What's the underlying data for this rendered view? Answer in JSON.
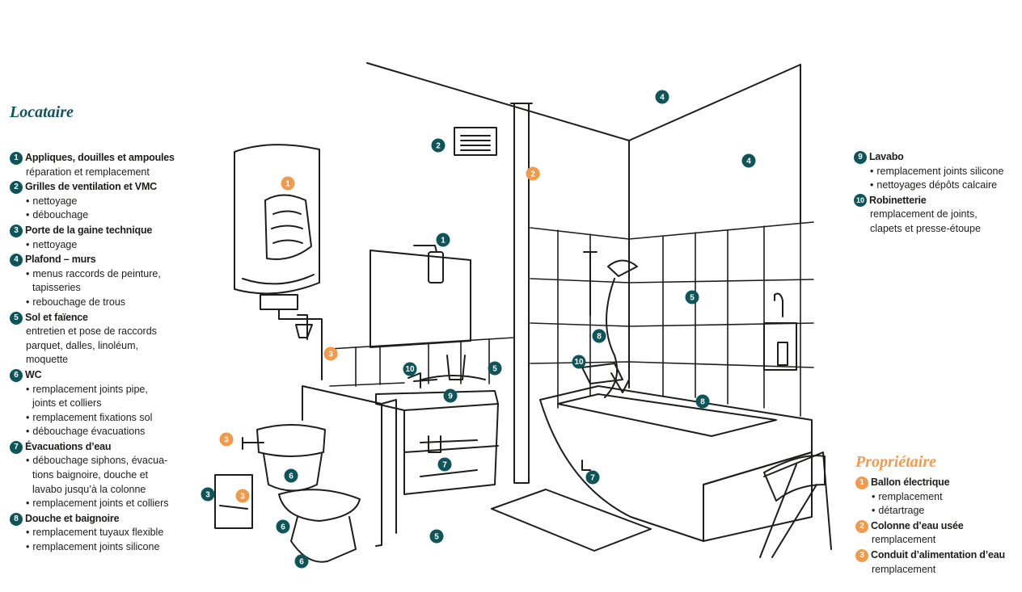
{
  "colors": {
    "teal": "#0e555a",
    "orange": "#f19a4c",
    "ink": "#1d1d1b"
  },
  "locataire": {
    "title": "Locataire",
    "items": [
      {
        "n": "1",
        "title": "Appliques, douilles et ampoules",
        "lines": [
          {
            "text": "réparation et remplacement",
            "bullet": false
          }
        ]
      },
      {
        "n": "2",
        "title": "Grilles de ventilation et VMC",
        "lines": [
          {
            "text": "nettoyage",
            "bullet": true
          },
          {
            "text": "débouchage",
            "bullet": true
          }
        ]
      },
      {
        "n": "3",
        "title": "Porte de la gaine technique",
        "lines": [
          {
            "text": "nettoyage",
            "bullet": true
          }
        ]
      },
      {
        "n": "4",
        "title": "Plafond – murs",
        "lines": [
          {
            "text": "menus raccords de peinture,",
            "bullet": true
          },
          {
            "text": "tapisseries",
            "bullet": false,
            "indent": true
          },
          {
            "text": "rebouchage de trous",
            "bullet": true
          }
        ]
      },
      {
        "n": "5",
        "title": "Sol et faïence",
        "lines": [
          {
            "text": "entretien et pose de raccords",
            "bullet": false
          },
          {
            "text": "parquet, dalles, linoléum,",
            "bullet": false
          },
          {
            "text": "moquette",
            "bullet": false
          }
        ]
      },
      {
        "n": "6",
        "title": "WC",
        "lines": [
          {
            "text": "remplacement joints pipe,",
            "bullet": true
          },
          {
            "text": "joints et colliers",
            "bullet": false,
            "indent": true
          },
          {
            "text": "remplacement fixations sol",
            "bullet": true
          },
          {
            "text": "débouchage évacuations",
            "bullet": true
          }
        ]
      },
      {
        "n": "7",
        "title": "Évacuations d’eau",
        "lines": [
          {
            "text": "débouchage siphons, évacua-",
            "bullet": true
          },
          {
            "text": "tions baignoire, douche et",
            "bullet": false,
            "indent": true
          },
          {
            "text": "lavabo jusqu’à la colonne",
            "bullet": false,
            "indent": true
          },
          {
            "text": "remplacement joints et colliers",
            "bullet": true
          }
        ]
      },
      {
        "n": "8",
        "title": "Douche et baignoire",
        "lines": [
          {
            "text": "remplacement tuyaux flexible",
            "bullet": true
          },
          {
            "text": "remplacement joints silicone",
            "bullet": true
          }
        ]
      }
    ]
  },
  "locataire_right": {
    "items": [
      {
        "n": "9",
        "title": "Lavabo",
        "lines": [
          {
            "text": "remplacement joints silicone",
            "bullet": true
          },
          {
            "text": "nettoyages dépôts calcaire",
            "bullet": true
          }
        ]
      },
      {
        "n": "10",
        "title": "Robinetterie",
        "lines": [
          {
            "text": "remplacement de joints,",
            "bullet": false
          },
          {
            "text": "clapets et presse-étoupe",
            "bullet": false
          }
        ]
      }
    ]
  },
  "proprietaire": {
    "title": "Propriétaire",
    "items": [
      {
        "n": "1",
        "title": "Ballon électrique",
        "lines": [
          {
            "text": "remplacement",
            "bullet": true
          },
          {
            "text": "détartrage",
            "bullet": true
          }
        ]
      },
      {
        "n": "2",
        "title": "Colonne d’eau usée",
        "lines": [
          {
            "text": "remplacement",
            "bullet": false
          }
        ]
      },
      {
        "n": "3",
        "title": "Conduit d’alimentation d’eau",
        "lines": [
          {
            "text": "remplacement",
            "bullet": false
          }
        ]
      }
    ]
  },
  "markers": [
    {
      "n": "4",
      "color": "teal"
    },
    {
      "n": "4",
      "color": "teal"
    },
    {
      "n": "2",
      "color": "teal"
    },
    {
      "n": "1",
      "color": "orange"
    },
    {
      "n": "2",
      "color": "orange"
    },
    {
      "n": "1",
      "color": "teal"
    },
    {
      "n": "3",
      "color": "orange"
    },
    {
      "n": "5",
      "color": "teal"
    },
    {
      "n": "10",
      "color": "teal"
    },
    {
      "n": "9",
      "color": "teal"
    },
    {
      "n": "5",
      "color": "teal"
    },
    {
      "n": "8",
      "color": "teal"
    },
    {
      "n": "10",
      "color": "teal"
    },
    {
      "n": "8",
      "color": "teal"
    },
    {
      "n": "7",
      "color": "teal"
    },
    {
      "n": "7",
      "color": "teal"
    },
    {
      "n": "3",
      "color": "orange"
    },
    {
      "n": "6",
      "color": "teal"
    },
    {
      "n": "3",
      "color": "teal"
    },
    {
      "n": "3",
      "color": "orange"
    },
    {
      "n": "6",
      "color": "teal"
    },
    {
      "n": "6",
      "color": "teal"
    },
    {
      "n": "5",
      "color": "teal"
    }
  ]
}
